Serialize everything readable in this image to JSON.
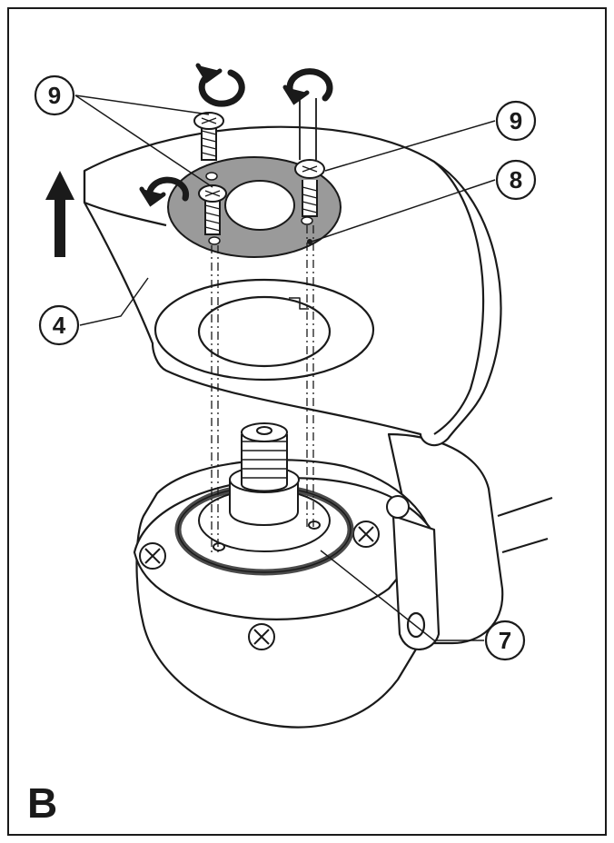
{
  "figure": {
    "panel_label": "B",
    "callouts": {
      "screw_left": "9",
      "screw_right": "9",
      "plate": "8",
      "guard": "4",
      "ring": "7"
    }
  },
  "colors": {
    "ink": "#1a1a1a",
    "plate_fill": "#9a9a9a",
    "paper": "#ffffff"
  },
  "icons": [
    "counterclockwise-arrow-icon",
    "up-arrow-icon"
  ]
}
